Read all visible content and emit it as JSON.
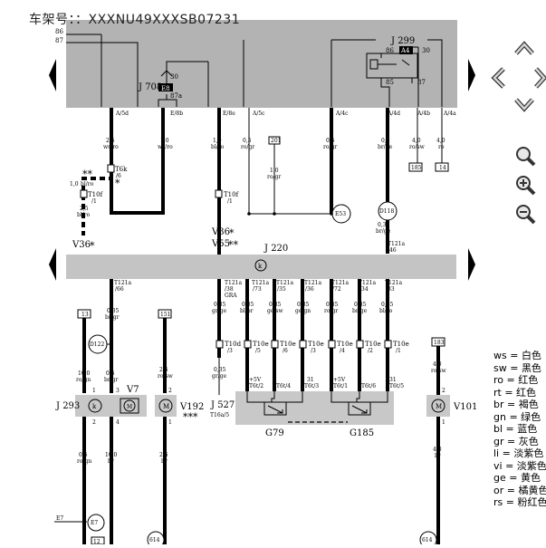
{
  "vin_label": "车架号：：XXXNU49XXXSB07231",
  "top_wires": {
    "left_top": "86",
    "left_bottom": "87"
  },
  "relays": {
    "j708": {
      "name": "J 708",
      "box": "E8",
      "pin_top": "30",
      "pin_bottom": "87a"
    },
    "j299": {
      "name": "J 299",
      "box": "A4",
      "pin_86": "86",
      "pin_30": "30",
      "pin_85": "85",
      "pin_87": "87"
    }
  },
  "top_connectors": [
    "A/5d",
    "E/8b",
    "E/8e",
    "A/5c",
    "A/4c",
    "A/4d",
    "A/4b",
    "A/4a"
  ],
  "top_wire_specs": [
    {
      "size": "2,5",
      "color": "ws/ro"
    },
    {
      "size": "1,0",
      "color": "ws/ro"
    },
    {
      "size": "1,0",
      "color": "bl/ro"
    },
    {
      "size": "0,5",
      "color": "ro/gr"
    },
    {
      "size": "0,5",
      "color": "ro/gr"
    },
    {
      "size": "0,5",
      "color": "br/ge"
    },
    {
      "size": "4,0",
      "color": "ro/sw"
    },
    {
      "size": "4,0",
      "color": "ro"
    }
  ],
  "box_labels": {
    "b201": "201",
    "b185": "185",
    "b14": "14"
  },
  "mid_wire": {
    "size": "1,0",
    "color": "ro/gr"
  },
  "ground_points": {
    "e53": "E53",
    "d118": "D118"
  },
  "d118_wire": {
    "size": "0,35",
    "color": "br/ge"
  },
  "left_connectors": {
    "t6k": {
      "name": "T6k",
      "pin": "/6"
    },
    "t10f_a": {
      "name": "T10f",
      "pin": "/1"
    },
    "t10f_b": {
      "name": "T10f",
      "pin": "/1"
    },
    "left_wire_1": {
      "size": "1,0",
      "color": "bl/ro"
    },
    "left_wire_2": {
      "size": "2,5",
      "color": "bl/ro"
    }
  },
  "marks": {
    "star": "*",
    "dstar": "**",
    "tstar": "***"
  },
  "v36_left": "V36",
  "v36": "V36",
  "v55": "V55",
  "j220": {
    "name": "J 220",
    "symbol": "k"
  },
  "t121a_top": {
    "name": "T121a",
    "pin": "/46"
  },
  "t121a_bottom": [
    {
      "name": "T121a",
      "pin": "/66"
    },
    {
      "name": "T121a",
      "pin": "/38",
      "note": "GRA"
    },
    {
      "name": "T121a",
      "pin": "/73"
    },
    {
      "name": "T121a",
      "pin": "/35"
    },
    {
      "name": "T121a",
      "pin": "/36"
    },
    {
      "name": "T121a",
      "pin": "/72"
    },
    {
      "name": "T121a",
      "pin": "/34"
    },
    {
      "name": "T121a",
      "pin": "/33"
    }
  ],
  "bottom_boxes": {
    "b13": "13",
    "b151": "151",
    "b183": "183",
    "b614a": "614",
    "b614b": "614",
    "b12": "12"
  },
  "lower_wires": [
    {
      "size": "0,35",
      "color": "br/gr"
    },
    {
      "size": "0,35",
      "color": "gr/ge"
    },
    {
      "size": "0,35",
      "color": "bl/br"
    },
    {
      "size": "0,35",
      "color": "ge/sw"
    },
    {
      "size": "0,35",
      "color": "ge/gn"
    },
    {
      "size": "0,35",
      "color": "ro/gr"
    },
    {
      "size": "0,35",
      "color": "br/ge"
    },
    {
      "size": "0,35",
      "color": "bl/ro"
    }
  ],
  "d122": "D122",
  "j293_wires": {
    "w1": {
      "size": "10,0",
      "color": "ro/gn"
    },
    "w2": {
      "size": "0,5",
      "color": "br/gr"
    },
    "w3": {
      "size": "0,5",
      "color": "ro/gn"
    },
    "w4": {
      "size": "10,0",
      "color": "br"
    }
  },
  "v192_wires": {
    "top": {
      "size": "2,5",
      "color": "ro/sw"
    },
    "bottom": {
      "size": "2,5",
      "color": "br"
    }
  },
  "j527_wire": {
    "size": "0,35",
    "color": "gr/ge"
  },
  "t10_connectors": [
    {
      "name": "T10d",
      "pin": "/3"
    },
    {
      "name": "T10e",
      "pin": "/5"
    },
    {
      "name": "T10e",
      "pin": "/6"
    },
    {
      "name": "T10e",
      "pin": "/3"
    },
    {
      "name": "T10e",
      "pin": "/4"
    },
    {
      "name": "T10e",
      "pin": "/2"
    },
    {
      "name": "T10e",
      "pin": "/1"
    }
  ],
  "sensor_pins": [
    {
      "label": "+5V",
      "conn": "T6t/2"
    },
    {
      "label": "",
      "conn": "T6t/4"
    },
    {
      "label": "31",
      "conn": "T6t/3"
    },
    {
      "label": "+5V",
      "conn": "T6t/1"
    },
    {
      "label": "",
      "conn": "T6t/6"
    },
    {
      "label": "31",
      "conn": "T6t/5"
    }
  ],
  "components": {
    "j293": "J 293",
    "v7": "V7",
    "v192": "V192",
    "j527": "J 527",
    "j527_sub": "T16a/5",
    "g79": "G79",
    "g185": "G185",
    "v101": "V101",
    "e7_left": "E7",
    "e7_circle": "E7",
    "motor": "M",
    "k": "k"
  },
  "pins": {
    "p1": "1",
    "p2": "2",
    "p3": "3",
    "p4": "4"
  },
  "v101_wires": {
    "top": {
      "size": "4,0",
      "color": "ro/sw"
    },
    "bottom": {
      "size": "4,0",
      "color": "br"
    }
  },
  "color_legend": [
    "ws = 白色",
    "sw = 黑色",
    "ro = 红色",
    "rt = 红色",
    "br = 褐色",
    "gn = 绿色",
    "bl = 蓝色",
    "gr = 灰色",
    "li = 淡紫色",
    "vi = 淡紫色",
    "ge = 黄色",
    "or = 橘黄色",
    "rs = 粉红色"
  ],
  "colors": {
    "panel": "#b3b3b3",
    "bus": "#c4c4c4",
    "component": "#c8c8c8",
    "nav_icon": "#d4d4d4"
  },
  "nav_icons": [
    "nav-left-icon",
    "nav-right-icon",
    "nav-up-icon",
    "nav-down-icon",
    "zoom-icon",
    "zoom-in-icon",
    "zoom-out-icon"
  ]
}
